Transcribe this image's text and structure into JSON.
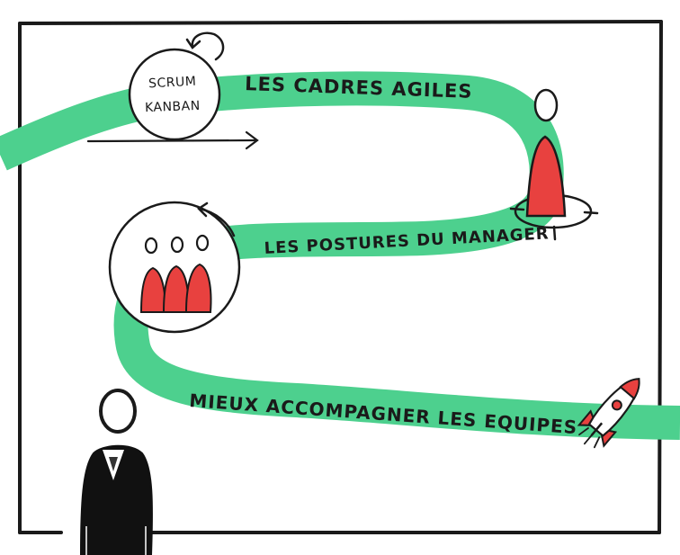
{
  "colors": {
    "path": "#4dd08e",
    "red": "#e8413f",
    "ink": "#1a1a1a",
    "background": "#ffffff"
  },
  "labels": {
    "scrum": "SCRUM",
    "kanban": "KANBAN",
    "step1": "LES CADRES AGILES",
    "step2": "LES POSTURES DU MANAGER",
    "step3": "MIEUX ACCOMPAGNER LES EQUIPES"
  },
  "icons": {
    "cycle": "cycle-arrow-icon",
    "timeline": "timeline-arrow-icon",
    "target": "target-icon",
    "team": "team-icon",
    "rocket": "rocket-icon",
    "manager": "manager-figure-icon"
  }
}
